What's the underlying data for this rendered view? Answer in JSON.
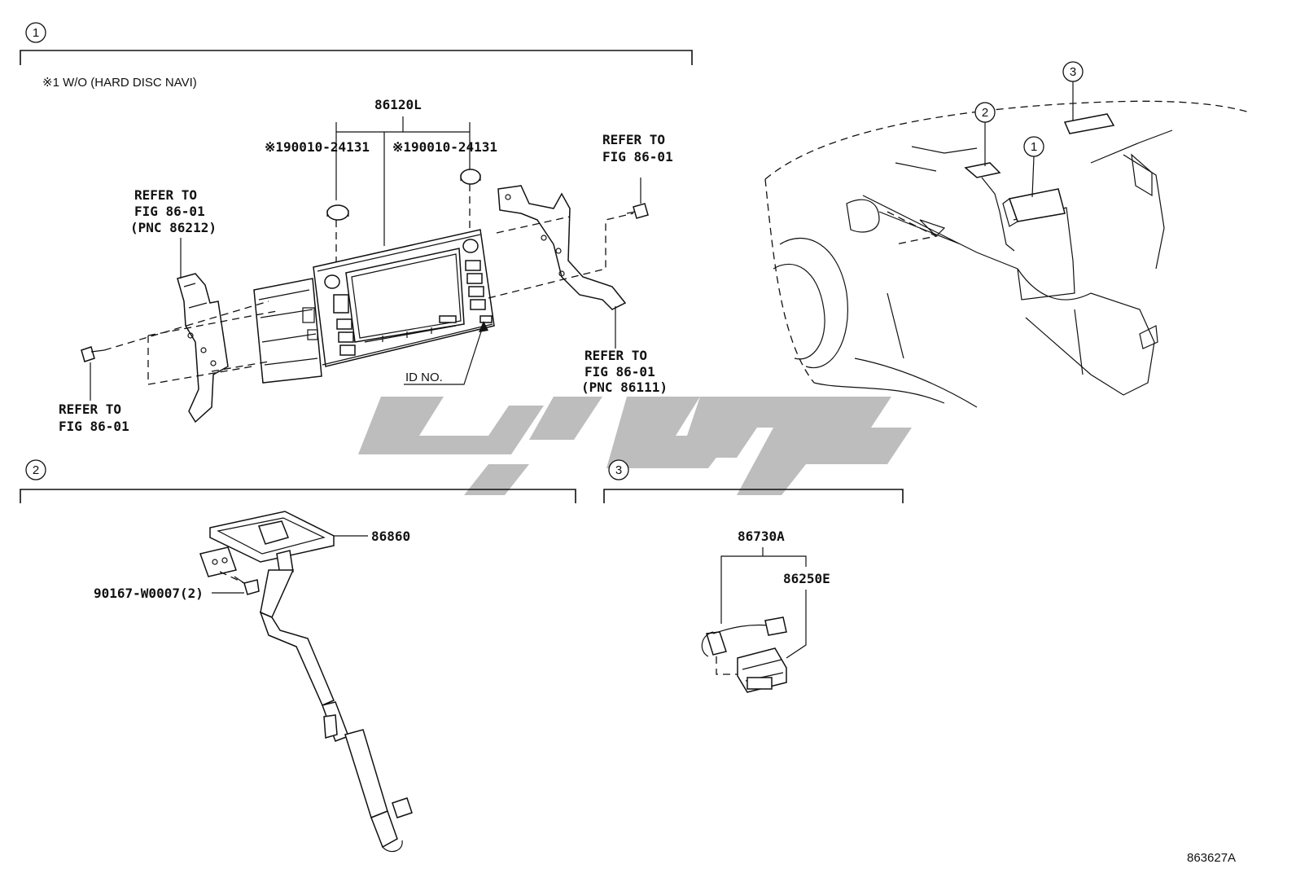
{
  "sections": [
    {
      "number": "1"
    },
    {
      "number": "2"
    },
    {
      "number": "3"
    }
  ],
  "note_hard_disc": "※1 W/O (HARD DISC NAVI)",
  "labels": {
    "part_86120L": "86120L",
    "part_90010_left": "※190010-24131",
    "part_90010_right": "※190010-24131",
    "refer_left_bracket": [
      "REFER TO",
      "FIG 86-01",
      "(PNC 86212)"
    ],
    "refer_left_screw": [
      "REFER TO",
      "FIG 86-01"
    ],
    "refer_right_screw": [
      "REFER TO",
      "FIG 86-01"
    ],
    "refer_right_bracket": [
      "REFER TO",
      "FIG 86-01",
      "(PNC 86111)"
    ],
    "id_no": "ID NO.",
    "part_86860": "86860",
    "part_90167": "90167-W0007(2)",
    "part_86730A": "86730A",
    "part_86250E": "86250E"
  },
  "vehicle_callouts": [
    "1",
    "2",
    "3"
  ],
  "figure_id": "863627A",
  "watermark_color": "#bdbdbd"
}
